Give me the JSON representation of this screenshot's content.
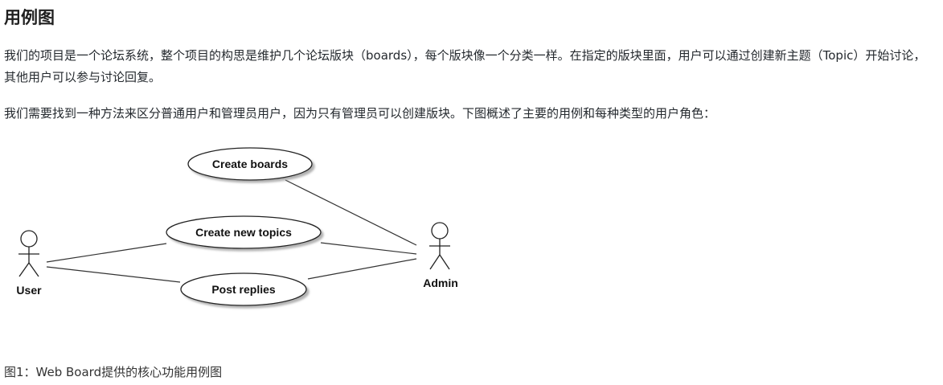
{
  "section": {
    "title": "用例图"
  },
  "paragraphs": [
    "我们的项目是一个论坛系统，整个项目的构思是维护几个论坛版块（boards），每个版块像一个分类一样。在指定的版块里面，用户可以通过创建新主题（Topic）开始讨论，其他用户可以参与讨论回复。",
    "我们需要找到一种方法来区分普通用户和管理员用户，因为只有管理员可以创建版块。下图概述了主要的用例和每种类型的用户角色："
  ],
  "diagram": {
    "actors": {
      "user": "User",
      "admin": "Admin"
    },
    "use_cases": {
      "create_boards": "Create boards",
      "create_new_topics": "Create new topics",
      "post_replies": "Post replies"
    }
  },
  "caption": "图1：Web Board提供的核心功能用例图"
}
